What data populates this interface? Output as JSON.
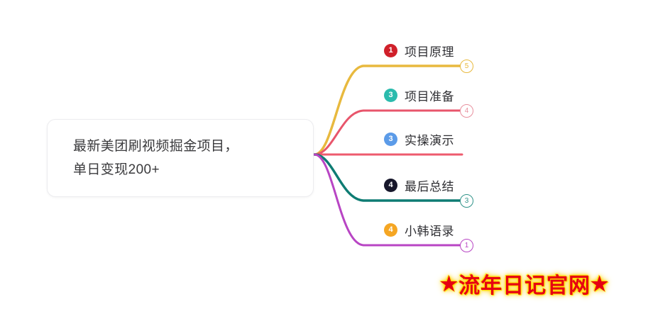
{
  "page": {
    "background": "#ffffff",
    "type": "mindmap"
  },
  "root": {
    "line1": "最新美团刷视频掘金项目，",
    "line2": "单日变现200+"
  },
  "branches": [
    {
      "index_label": "1",
      "label": "项目原理",
      "bullet_color": "#D0202A",
      "line_color": "#E8B93E",
      "badge": "5",
      "badge_color": "#E8B93E"
    },
    {
      "index_label": "3",
      "label": "项目准备",
      "bullet_color": "#2BBBAD",
      "line_color": "#E8556B",
      "badge": "4",
      "badge_color": "#E8909E"
    },
    {
      "index_label": "3",
      "label": "实操演示",
      "bullet_color": "#5B9BE8",
      "line_color": "#EE5B6E",
      "badge": "",
      "badge_color": "#EE5B6E"
    },
    {
      "index_label": "4",
      "label": "最后总结",
      "bullet_color": "#17172B",
      "line_color": "#0E7C73",
      "badge": "3",
      "badge_color": "#2F9389"
    },
    {
      "index_label": "4",
      "label": "小韩语录",
      "bullet_color": "#F5A623",
      "line_color": "#B845C4",
      "badge": "1",
      "badge_color": "#B845C4"
    }
  ],
  "watermark": {
    "star_left": "★",
    "text": "流年日记官网",
    "star_right": "★",
    "color": "#e60012",
    "glow_color": "#ffd400"
  }
}
